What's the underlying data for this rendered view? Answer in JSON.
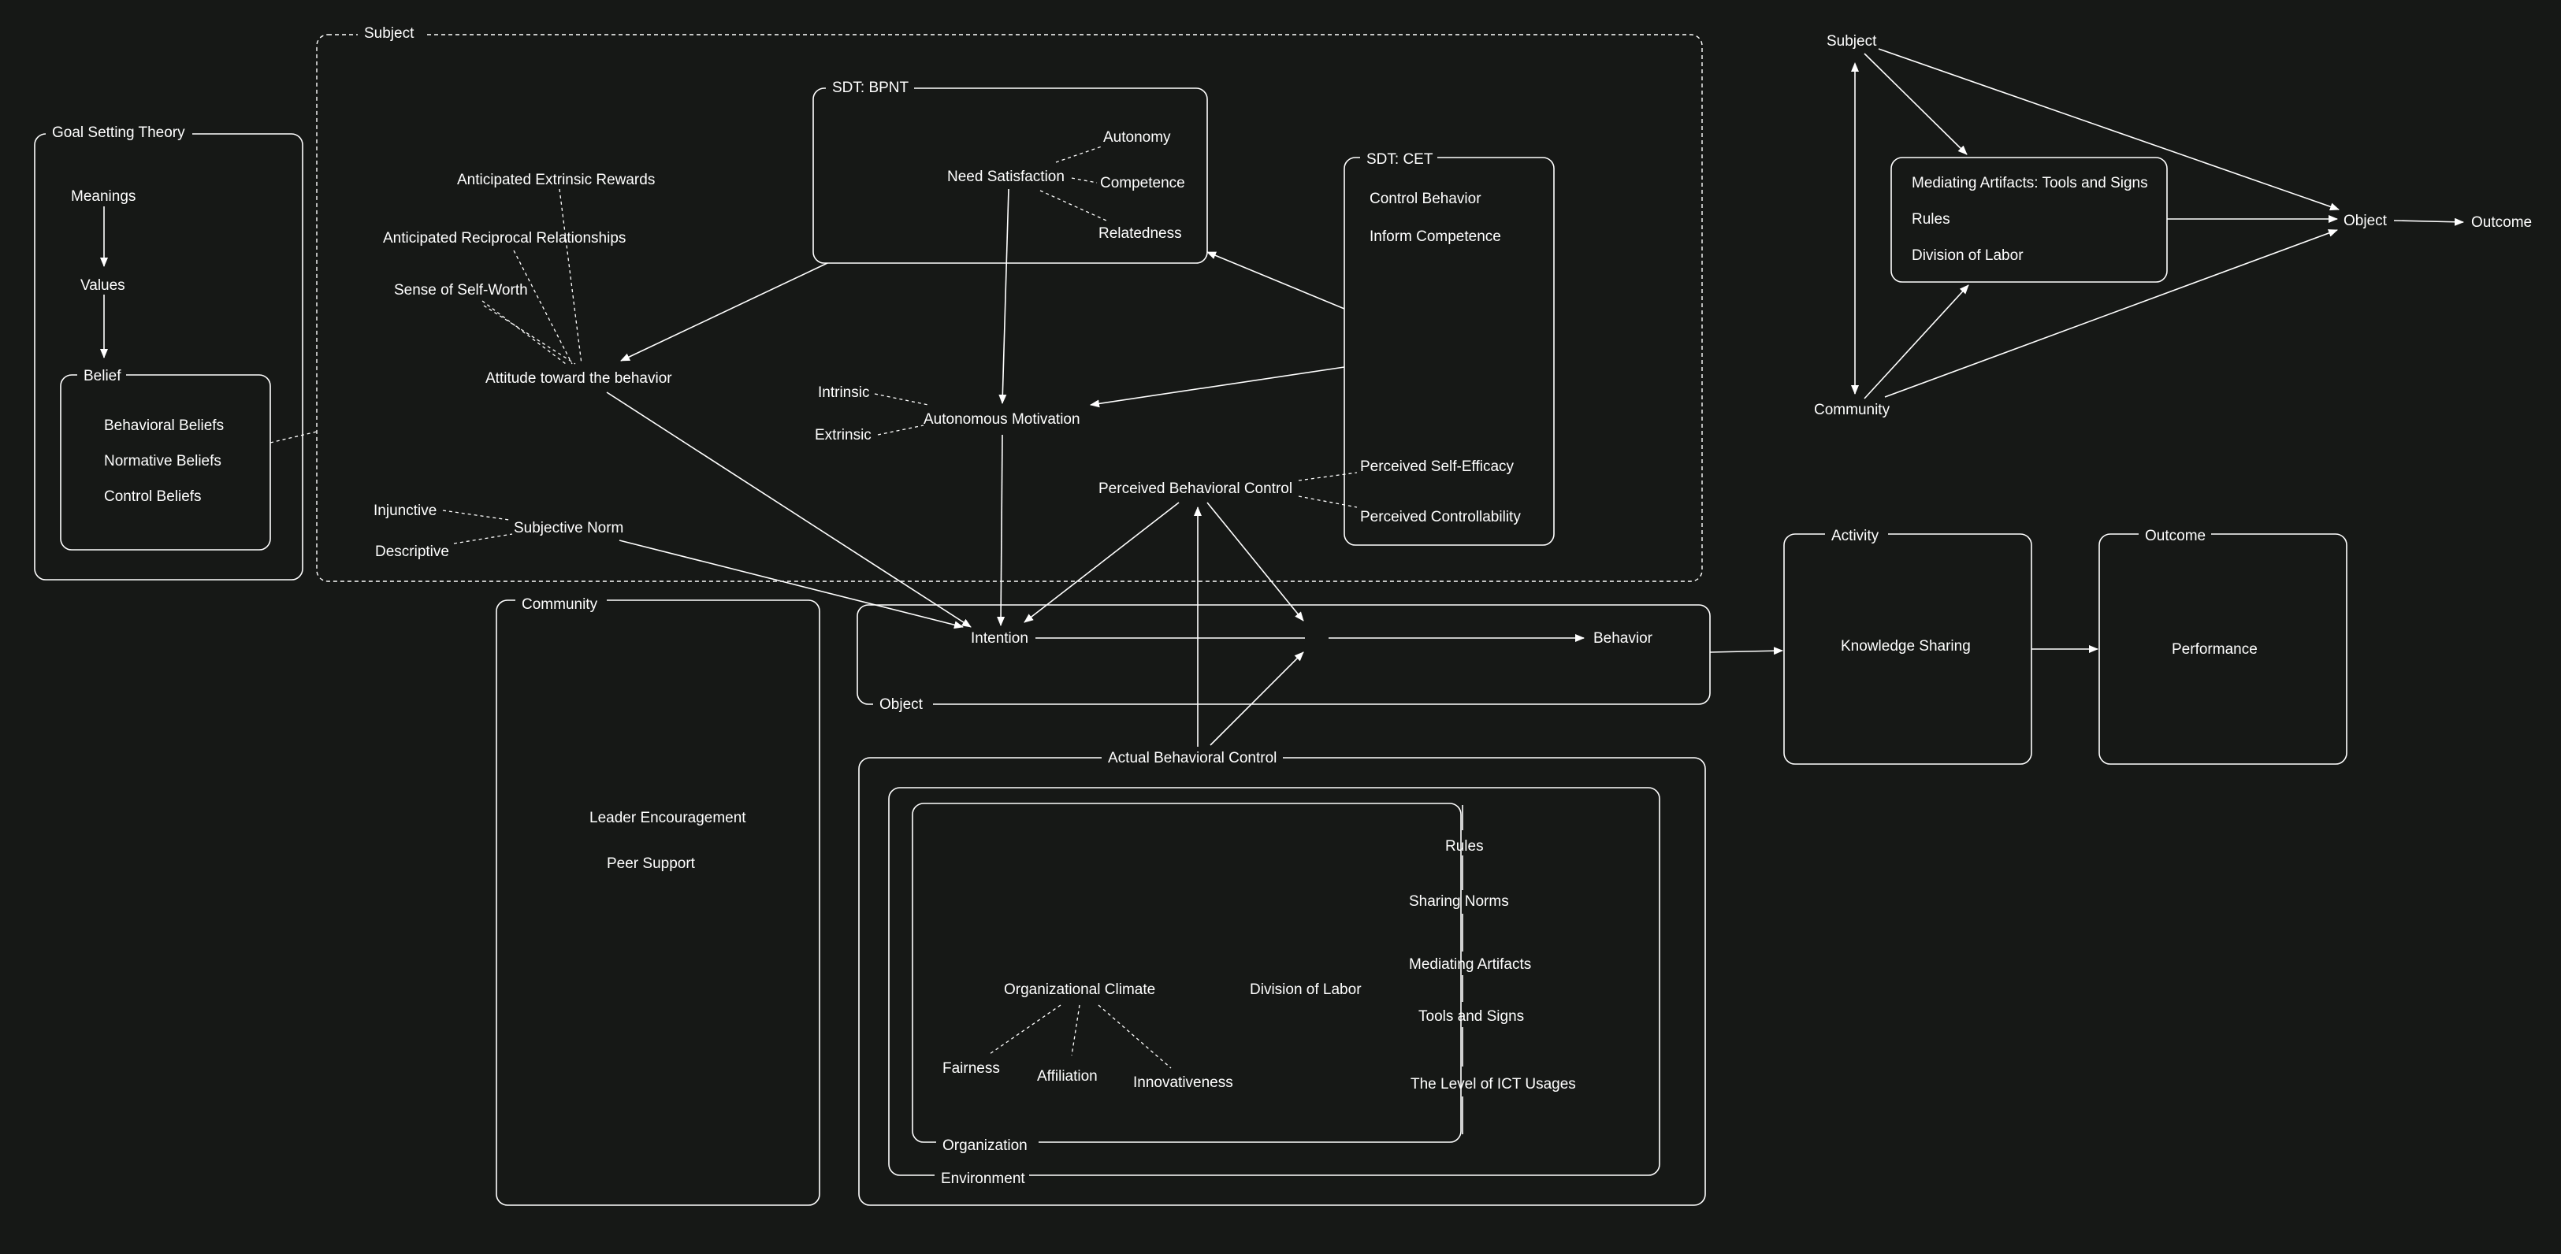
{
  "colors": {
    "background": "#161816",
    "stroke": "#ffffff",
    "text": "#ffffff"
  },
  "frames": {
    "goal_setting_theory": "Goal Setting Theory",
    "belief": "Belief",
    "subject": "Subject",
    "sdt_bpnt": "SDT: BPNT",
    "sdt_cet": "SDT: CET",
    "community": "Community",
    "object": "Object",
    "actual_behavioral_control": "Actual Behavioral Control",
    "organization": "Organization",
    "environment": "Environment",
    "activity": "Activity",
    "outcome": "Outcome"
  },
  "goal_setting": {
    "meanings": "Meanings",
    "values": "Values"
  },
  "beliefs": {
    "behavioral": "Behavioral Beliefs",
    "normative": "Normative Beliefs",
    "control": "Control Beliefs"
  },
  "subject_nodes": {
    "anticipated_extrinsic_rewards": "Anticipated Extrinsic Rewards",
    "anticipated_reciprocal_relationships": "Anticipated Reciprocal Relationships",
    "sense_of_self_worth": "Sense of Self-Worth",
    "attitude": "Attitude toward the behavior",
    "injunctive": "Injunctive",
    "descriptive": "Descriptive",
    "subjective_norm": "Subjective Norm",
    "intrinsic": "Intrinsic",
    "extrinsic": "Extrinsic",
    "autonomous_motivation": "Autonomous Motivation",
    "perceived_behavioral_control": "Perceived Behavioral Control"
  },
  "bpnt": {
    "need_satisfaction": "Need Satisfaction",
    "autonomy": "Autonomy",
    "competence": "Competence",
    "relatedness": "Relatedness"
  },
  "cet": {
    "control_behavior": "Control Behavior",
    "inform_competence": "Inform Competence",
    "perceived_self_efficacy": "Perceived Self-Efficacy",
    "perceived_controllability": "Perceived Controllability"
  },
  "object_nodes": {
    "intention": "Intention",
    "behavior": "Behavior"
  },
  "community_nodes": {
    "leader_encouragement": "Leader Encouragement",
    "peer_support": "Peer Support"
  },
  "organization_nodes": {
    "organizational_climate": "Organizational Climate",
    "fairness": "Fairness",
    "affiliation": "Affiliation",
    "innovativeness": "Innovativeness",
    "division_of_labor": "Division of Labor",
    "rules": "Rules",
    "sharing_norms": "Sharing Norms",
    "mediating_artifacts": "Mediating Artifacts",
    "tools_and_signs": "Tools and Signs",
    "ict_usages": "The Level of ICT Usages"
  },
  "activity_nodes": {
    "knowledge_sharing": "Knowledge Sharing"
  },
  "outcome_nodes": {
    "performance": "Performance"
  },
  "triangle": {
    "subject": "Subject",
    "community": "Community",
    "object": "Object",
    "outcome": "Outcome",
    "mediating_artifacts": "Mediating Artifacts: Tools and Signs",
    "rules": "Rules",
    "division_of_labor": "Division of Labor"
  }
}
